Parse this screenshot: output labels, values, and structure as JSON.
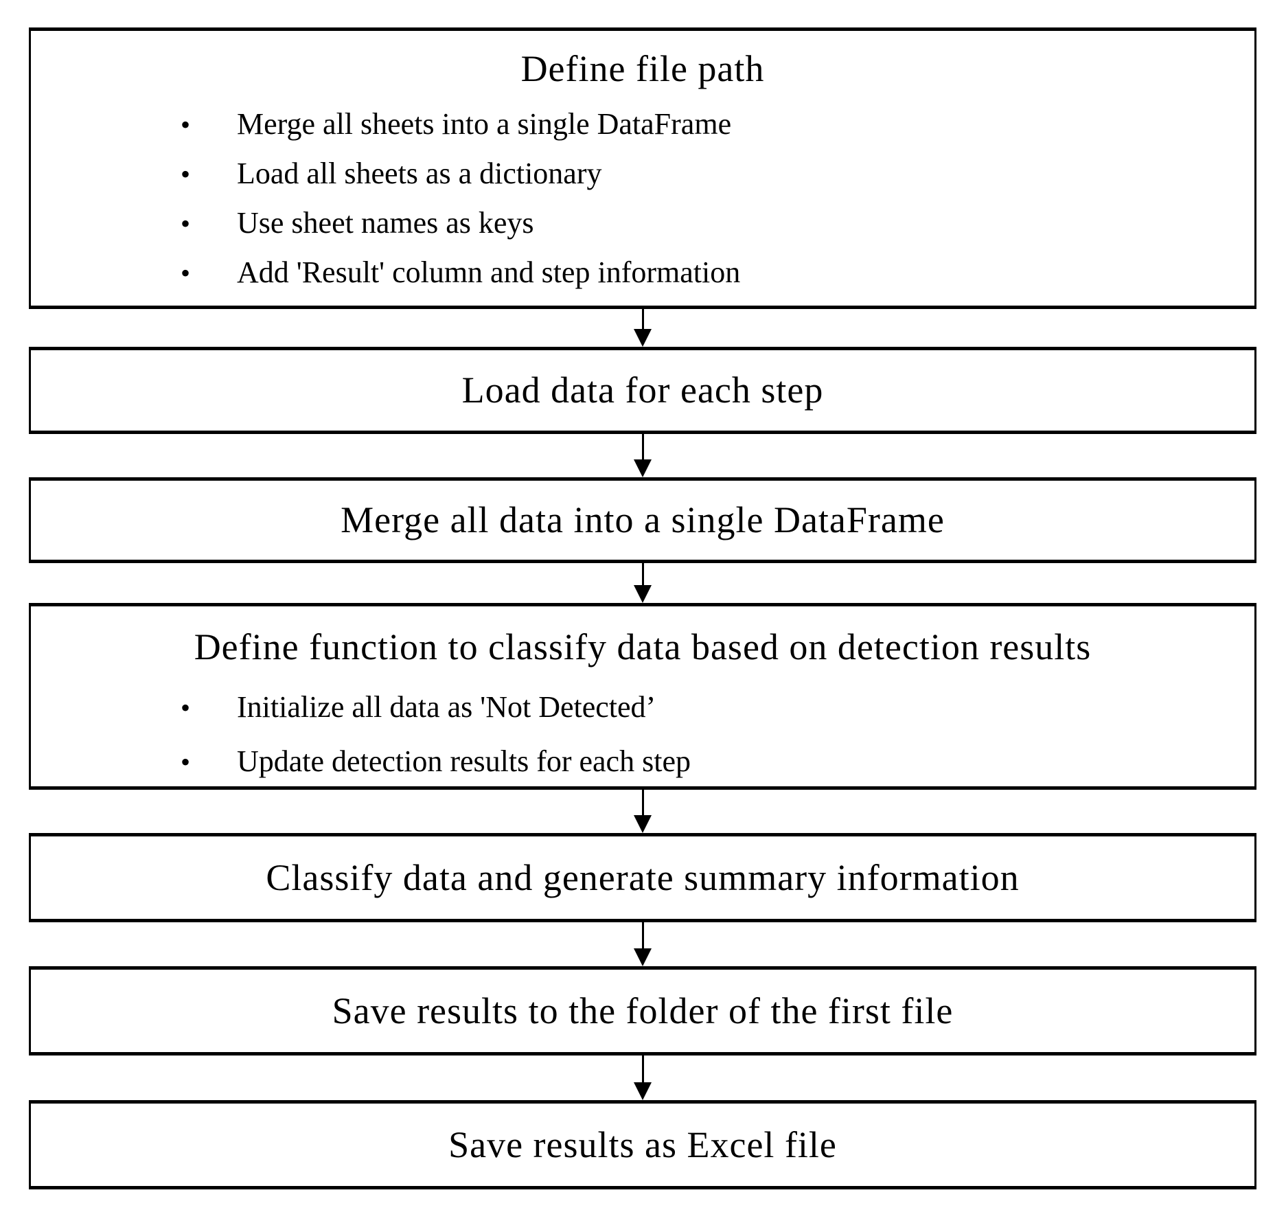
{
  "diagram": {
    "bullet_char": "•",
    "boxes": [
      {
        "title": "Define file path",
        "bullets": [
          "Merge all sheets into a single DataFrame",
          "Load all sheets as a dictionary",
          "Use sheet names as keys",
          "Add 'Result' column and step information"
        ]
      },
      {
        "title": "Load data for each step"
      },
      {
        "title": "Merge all data into a single DataFrame"
      },
      {
        "title": "Define function to classify data based on detection results",
        "bullets": [
          "Initialize all data as 'Not Detected’",
          "Update detection results for each step"
        ]
      },
      {
        "title": "Classify data and generate summary information"
      },
      {
        "title": "Save results to the folder of the first file"
      },
      {
        "title": "Save results as Excel file"
      }
    ]
  }
}
